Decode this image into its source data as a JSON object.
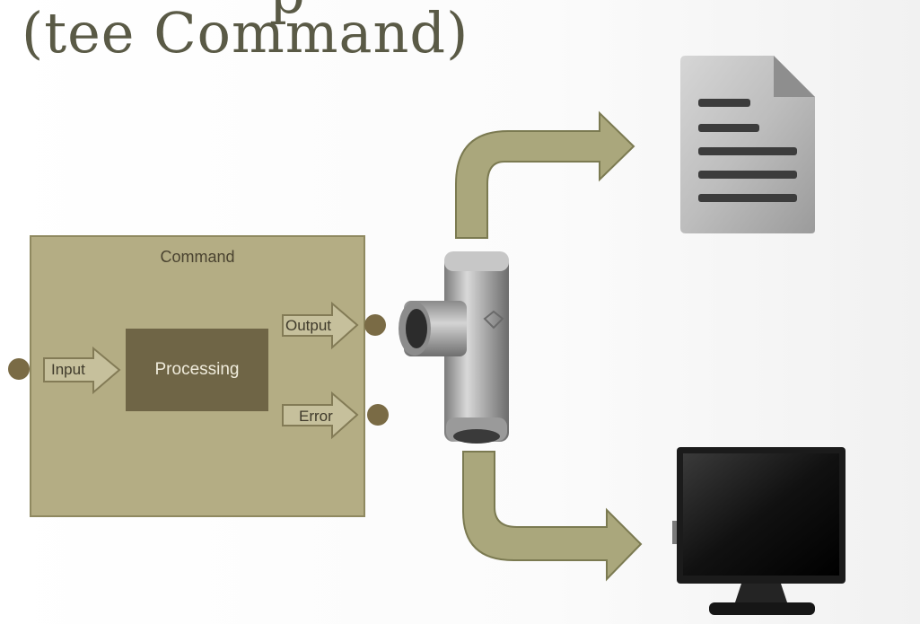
{
  "slide": {
    "title_top_fragment": "p",
    "title": "(tee Command)"
  },
  "diagram": {
    "command_label": "Command",
    "processing_label": "Processing",
    "input_label": "Input",
    "output_label": "Output",
    "error_label": "Error"
  },
  "icons": {
    "pipe": "tee-pipe-fitting-icon",
    "file": "document-file-icon",
    "screen": "computer-monitor-icon"
  },
  "colors": {
    "box": "#b4ad84",
    "processing": "#6f6546",
    "pipe_arrow": "#a8a67a",
    "pipe_arrow_border": "#77764c",
    "title": "#5a5a46"
  }
}
